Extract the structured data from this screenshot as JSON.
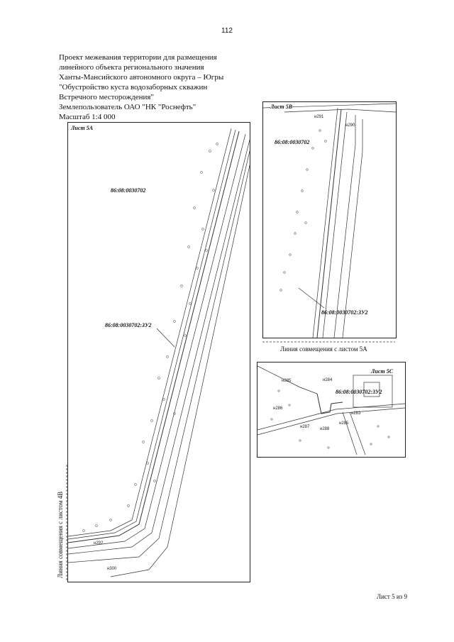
{
  "page_number": "112",
  "header": {
    "lines": [
      "Проект межевания территории для размещения",
      "линейного объекта регионального значения",
      "Ханты-Мансийского автономного округа – Югры",
      "\"Обустройство куста водозаборных скважин",
      "Встречного месторождения\"",
      "Землепользователь ОАО \"НК \"Роснефть\"",
      "Масштаб 1:4 000"
    ]
  },
  "sheet_a": {
    "title": "Лист 5А",
    "parcel": "86:08:0030702",
    "plot": "86:08:0030702:ЗУ2",
    "points": [
      "н292",
      "н300"
    ],
    "side_caption": "Линия совмещения с листом 4В"
  },
  "sheet_b": {
    "title": "Лист 5В",
    "parcel": "86:08:0030702",
    "plot": "86:08:0030702:ЗУ2",
    "points": [
      "н291",
      "н290"
    ],
    "caption": "Линия совмещения с листом 5А"
  },
  "sheet_c": {
    "title": "Лист 5С",
    "plot": "86:08:0030702:ЗУ2",
    "points": [
      "н285",
      "н284",
      "н286",
      "н287",
      "н288",
      "н283",
      "н285"
    ]
  },
  "footer": "Лист 5 из 9"
}
